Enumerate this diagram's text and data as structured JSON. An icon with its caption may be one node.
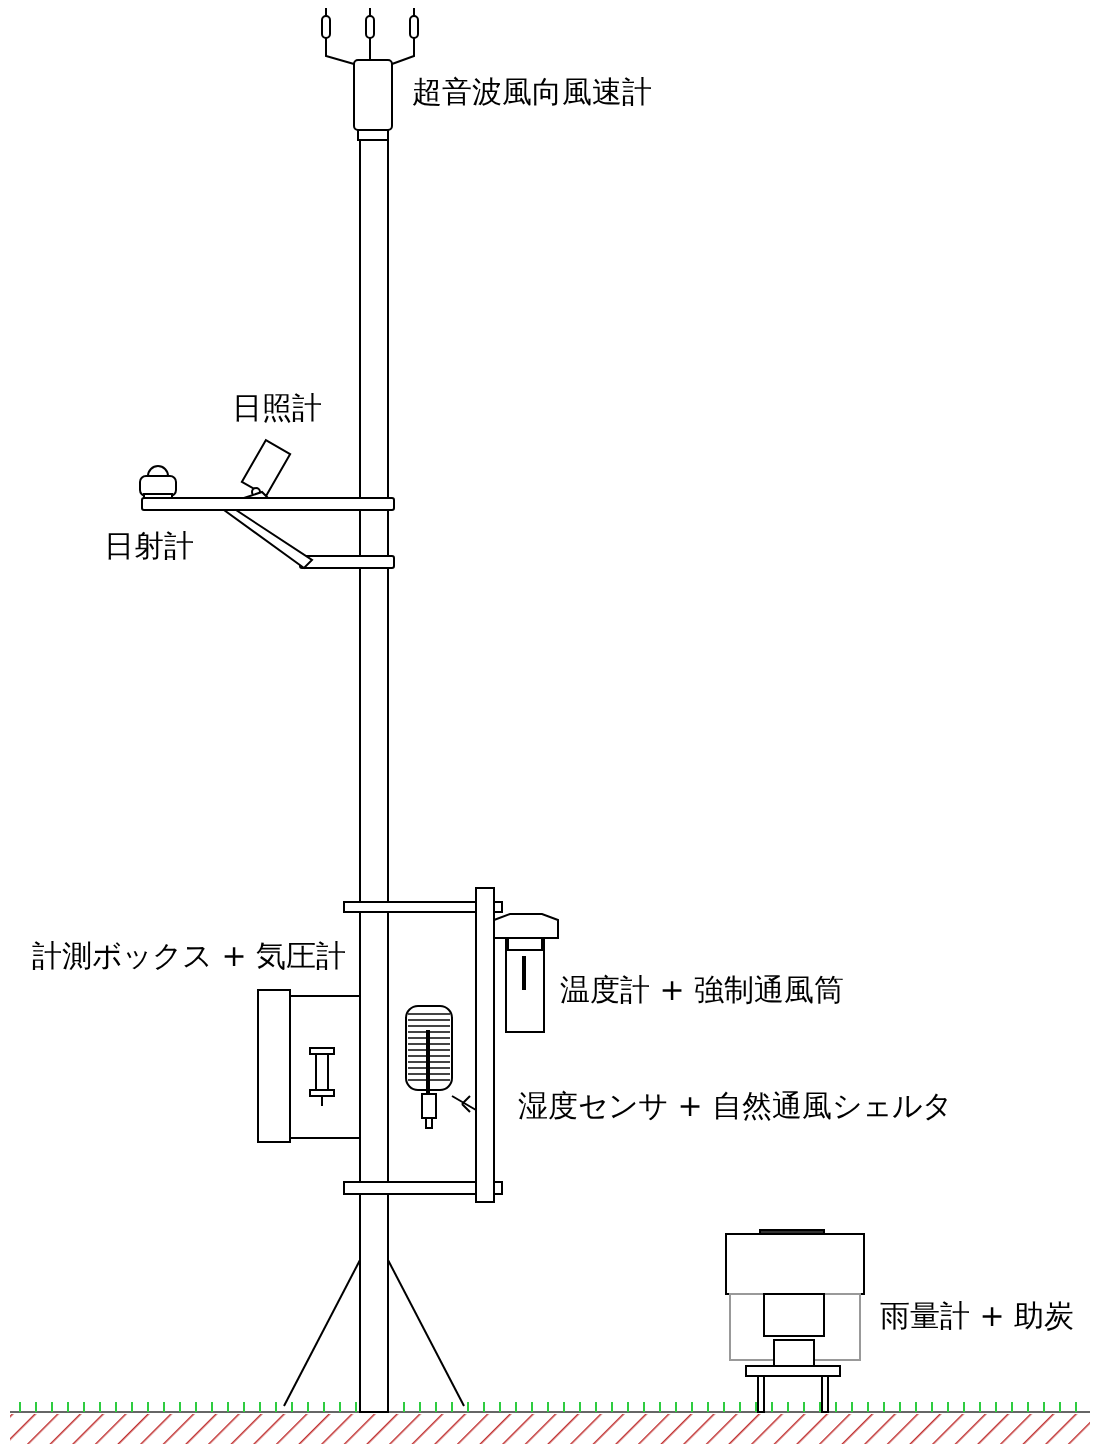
{
  "diagram": {
    "labels": [
      "超音波風向風速計",
      "日照計",
      "日射計",
      "計測ボックス + 気圧計",
      "温度計 + 強制通風筒",
      "湿度センサ + 自然通風シェルタ",
      "雨量計 + 助炭"
    ]
  }
}
